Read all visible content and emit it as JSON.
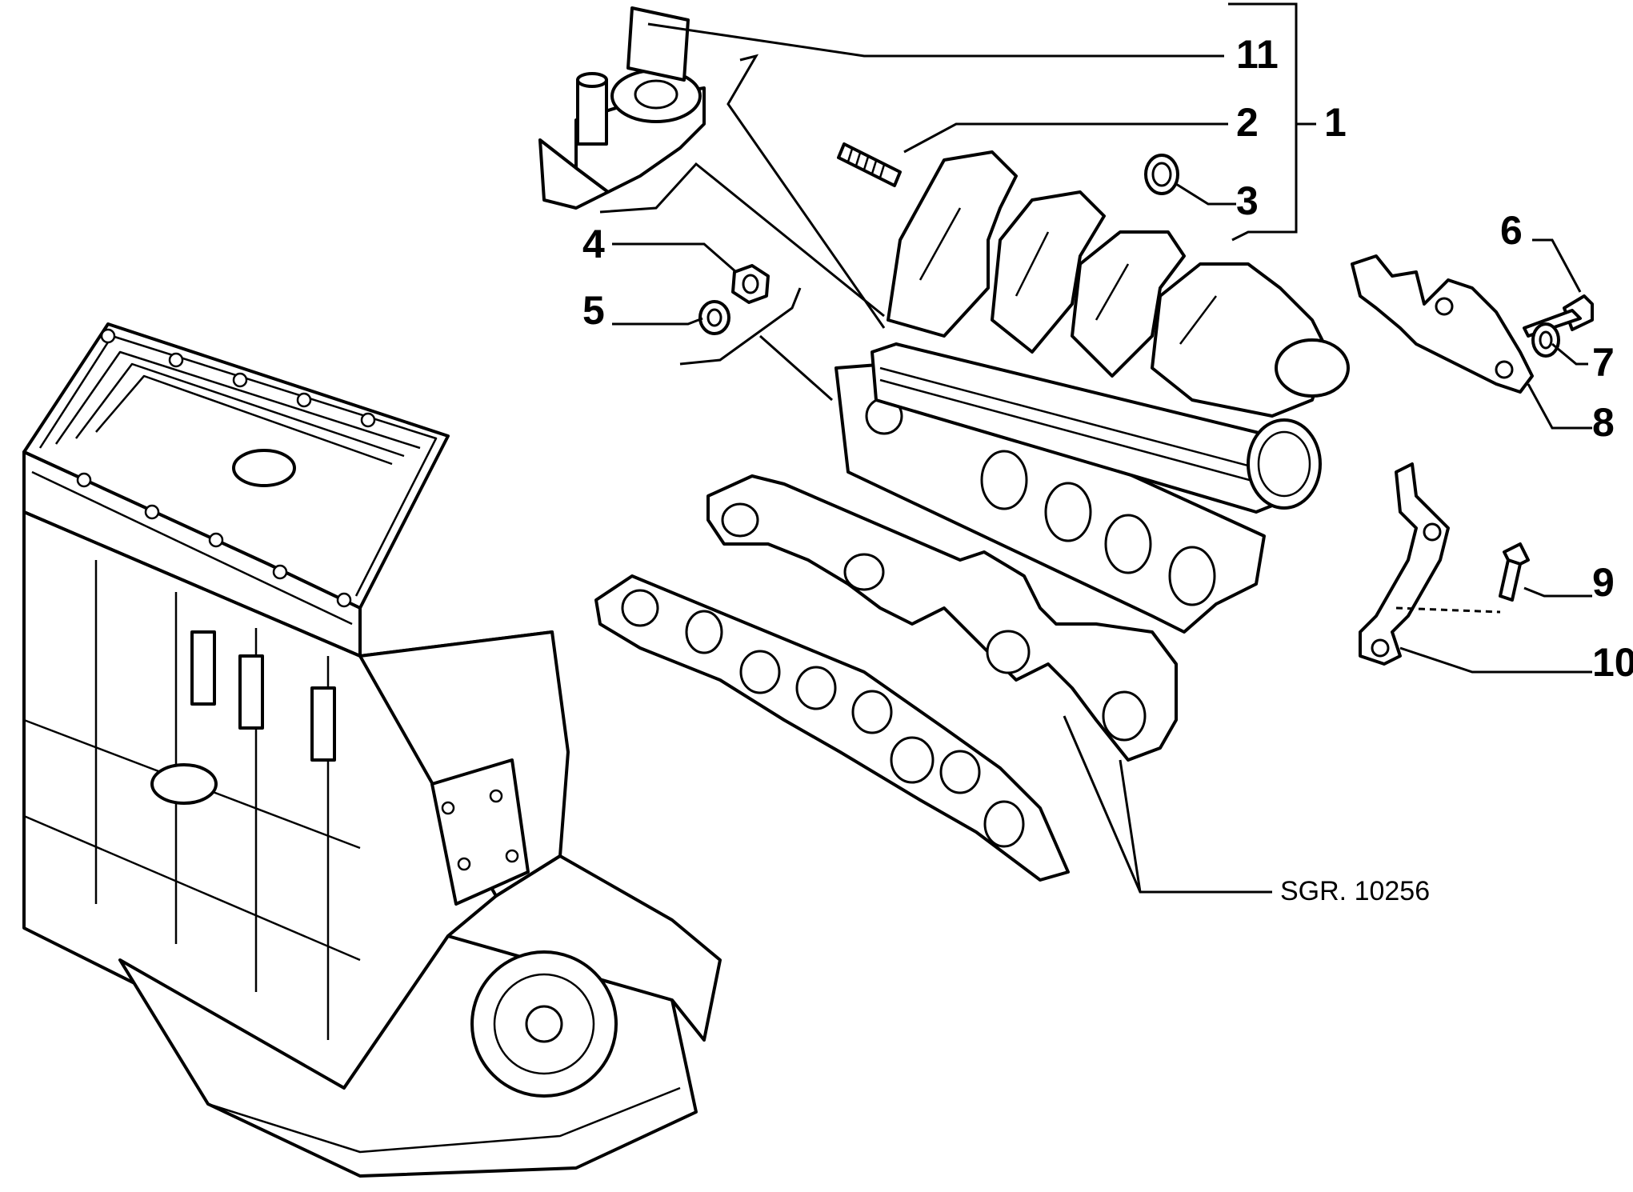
{
  "callouts": [
    {
      "id": "11",
      "text": "11"
    },
    {
      "id": "2",
      "text": "2"
    },
    {
      "id": "1",
      "text": "1"
    },
    {
      "id": "3",
      "text": "3"
    },
    {
      "id": "4",
      "text": "4"
    },
    {
      "id": "5",
      "text": "5"
    },
    {
      "id": "6",
      "text": "6"
    },
    {
      "id": "7",
      "text": "7"
    },
    {
      "id": "8",
      "text": "8"
    },
    {
      "id": "9",
      "text": "9"
    },
    {
      "id": "10",
      "text": "10"
    }
  ],
  "reference": "SGR. 10256",
  "colors": {
    "ink": "#000000",
    "paper": "#ffffff"
  }
}
